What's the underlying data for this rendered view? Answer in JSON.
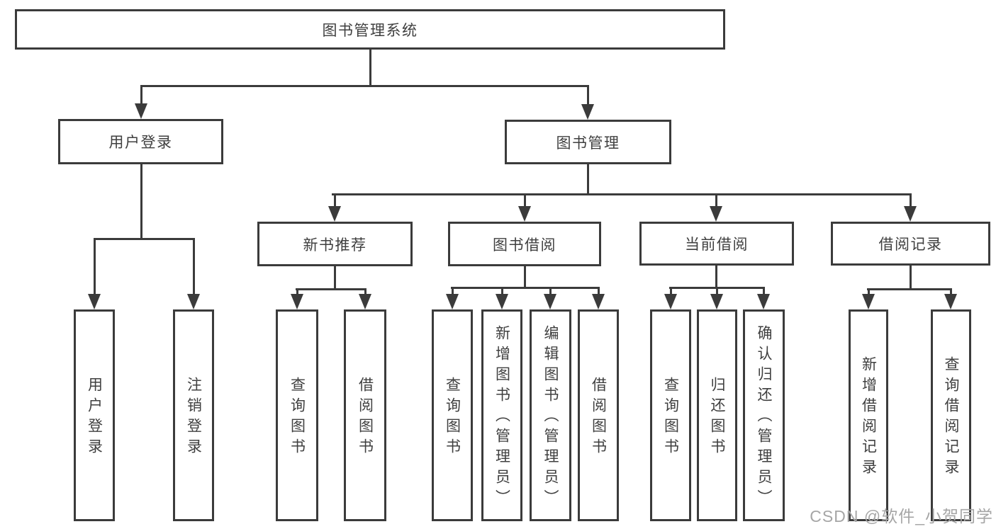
{
  "diagram": {
    "root": {
      "label": "图书管理系统"
    },
    "level2": [
      {
        "label": "用户登录",
        "parent": "图书管理系统"
      },
      {
        "label": "图书管理",
        "parent": "图书管理系统"
      }
    ],
    "level3": [
      {
        "label": "新书推荐",
        "parent": "图书管理"
      },
      {
        "label": "图书借阅",
        "parent": "图书管理"
      },
      {
        "label": "当前借阅",
        "parent": "图书管理"
      },
      {
        "label": "借阅记录",
        "parent": "图书管理"
      }
    ],
    "leaves": [
      {
        "label": "用户登录",
        "parent": "用户登录"
      },
      {
        "label": "注销登录",
        "parent": "用户登录"
      },
      {
        "label": "查询图书",
        "parent": "新书推荐"
      },
      {
        "label": "借阅图书",
        "parent": "新书推荐"
      },
      {
        "label": "查询图书",
        "parent": "图书借阅"
      },
      {
        "label": "新增图书（管理员）",
        "parent": "图书借阅"
      },
      {
        "label": "编辑图书（管理员）",
        "parent": "图书借阅"
      },
      {
        "label": "借阅图书",
        "parent": "图书借阅"
      },
      {
        "label": "查询图书",
        "parent": "当前借阅"
      },
      {
        "label": "归还图书",
        "parent": "当前借阅"
      },
      {
        "label": "确认归还（管理员）",
        "parent": "当前借阅"
      },
      {
        "label": "新增借阅记录",
        "parent": "借阅记录"
      },
      {
        "label": "查询借阅记录",
        "parent": "借阅记录"
      }
    ]
  },
  "watermark": {
    "text": "CSDN @软件_小贺同学"
  },
  "colors": {
    "line": "#3b3b3b",
    "text": "#3f3f3f",
    "background": "#ffffff",
    "watermark": "#a6a6a6"
  }
}
